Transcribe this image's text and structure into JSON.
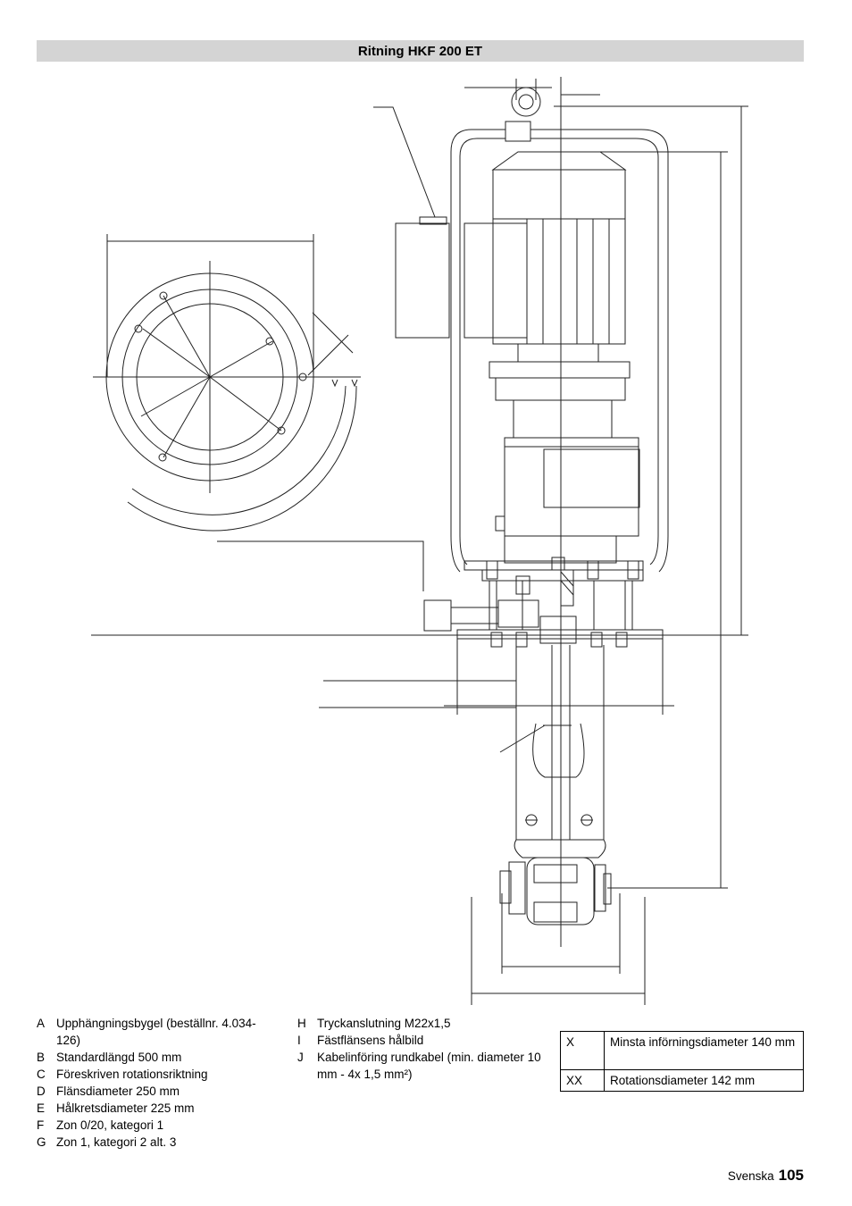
{
  "title": "Ritning HKF 200 ET",
  "legend_left": [
    {
      "key": "A",
      "text": "Upphängningsbygel (beställnr. 4.034-126)"
    },
    {
      "key": "B",
      "text": "Standardlängd 500 mm"
    },
    {
      "key": "C",
      "text": "Föreskriven rotationsriktning"
    },
    {
      "key": "D",
      "text": "Flänsdiameter 250 mm"
    },
    {
      "key": "E",
      "text": "Hålkretsdiameter 225 mm"
    },
    {
      "key": "F",
      "text": "Zon 0/20, kategori 1"
    },
    {
      "key": "G",
      "text": "Zon 1, kategori 2 alt. 3"
    }
  ],
  "legend_mid": [
    {
      "key": "H",
      "text": "Tryckanslutning M22x1,5"
    },
    {
      "key": "I",
      "text": "Fästflänsens hålbild"
    },
    {
      "key": "J",
      "text": "Kabelinföring rundkabel (min. diameter 10 mm - 4x 1,5 mm²)"
    }
  ],
  "diameter_table": [
    {
      "key": "X",
      "text": "Minsta införningsdiameter 140 mm"
    },
    {
      "key": "XX",
      "text": "Rotationsdiameter 142 mm"
    }
  ],
  "footer": {
    "language": "Svenska",
    "page": "105"
  }
}
